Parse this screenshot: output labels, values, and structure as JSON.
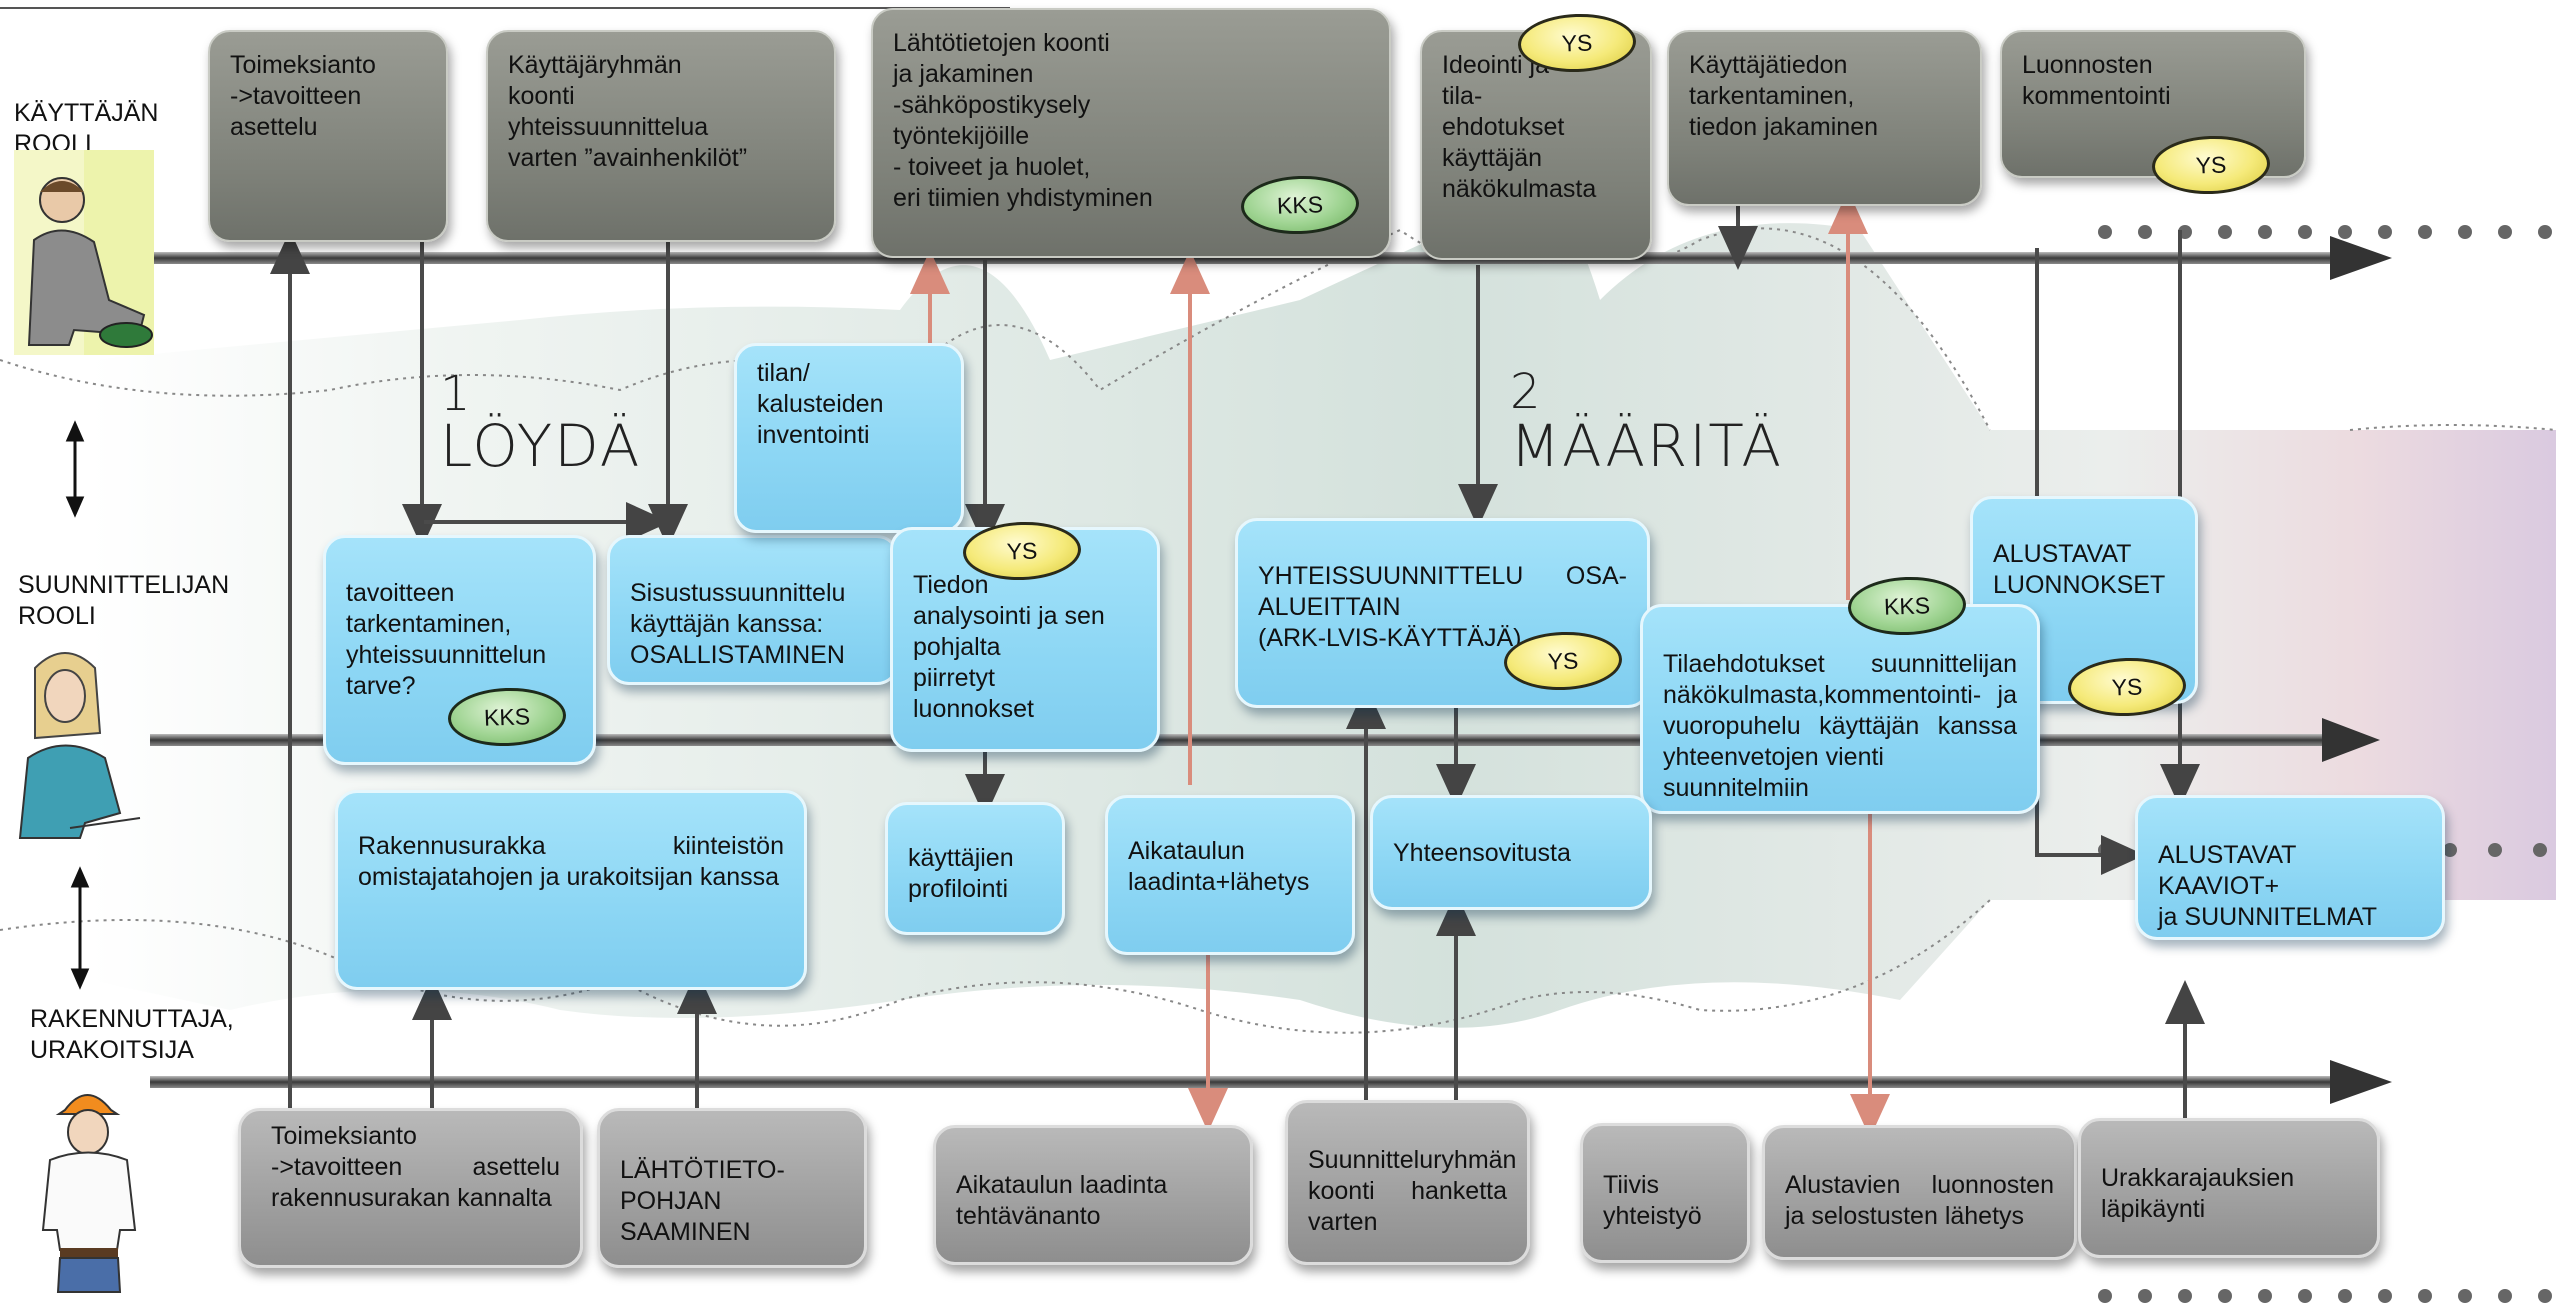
{
  "roles": {
    "user": "KÄYTTÄJÄN\nROOLI",
    "designer": "SUUNNITTELIJAN\n ROOLI",
    "builder": "RAKENNUTTAJA,\nURAKOITSIJA"
  },
  "phases": {
    "phase1_number": "1",
    "phase1_label": "LÖYDÄ",
    "phase2_number": "2",
    "phase2_label": "MÄÄRITÄ"
  },
  "user_tasks": [
    "Toimeksianto\n->tavoitteen\nasettelu",
    "Käyttäjäryhmän\nkoonti\nyhteissuunnittelua\nvarten ”avainhenkilöt”",
    "Lähtötietojen koonti\nja jakaminen\n-sähköpostikysely\ntyöntekijöille\n- toiveet ja huolet,\neri tiimien yhdistyminen",
    "Ideointi ja\ntila-\nehdotukset\nkäyttäjän\nnäkökulmasta",
    "Käyttäjätiedon\ntarkentaminen,\ntiedon jakaminen",
    "Luonnosten\nkommentointi"
  ],
  "designer_tasks": [
    "tavoitteen\ntarkentaminen,\nyhteissuunnittelun\ntarve?",
    "Sisustussuunnittelu\nkäyttäjän kanssa:\n OSALLISTAMINEN",
    "tilan/\nkalusteiden\ninventointi",
    "Tiedon\nanalysointi ja sen\npohjalta\npiirretyt\n luonnokset",
    "YHTEISSUUNNITTELU OSA-ALUEITTAIN\n(ARK-LVIS-KÄYTTÄJÄ)",
    "ALUSTAVAT\nLUONNOKSET",
    "Tilaehdotukset suunnittelijan näkökulmasta,kommentointi- ja vuoropuhelu käyttäjän kanssa yhteenvetojen vienti\n suunnitelmiin",
    "Rakennusurakka kiinteistön omistajatahojen ja urakoitsijan kanssa",
    "käyttäjien\nprofilointi",
    "Aikataulun\nlaadinta+lähetys",
    "Yhteensovitusta",
    "ALUSTAVAT\nKAAVIOT+\n ja SUUNNITELMAT"
  ],
  "builder_tasks": [
    "Toimeksianto\n->tavoitteen asettelu rakennusurakan kannalta",
    "LÄHTÖTIETO-\nPOHJAN\nSAAMINEN",
    "Aikataulun laadinta\ntehtävänanto",
    "Suunnitteluryhmän koonti hanketta varten",
    "Tiivis\nyhteistyö",
    "Alustavien luonnosten ja selostusten lähetys",
    "Urakkarajauksien\nläpikäynti"
  ],
  "badges": {
    "ys": "YS",
    "kks": "KKS"
  },
  "colors": {
    "dark_box": "#7d8078",
    "blue_box": "#8cd6f4",
    "gray_box": "#9f9f9f",
    "ys_badge": "#f5ea7a",
    "kks_badge": "#9fd492",
    "pink_arrow": "#e0a090"
  }
}
